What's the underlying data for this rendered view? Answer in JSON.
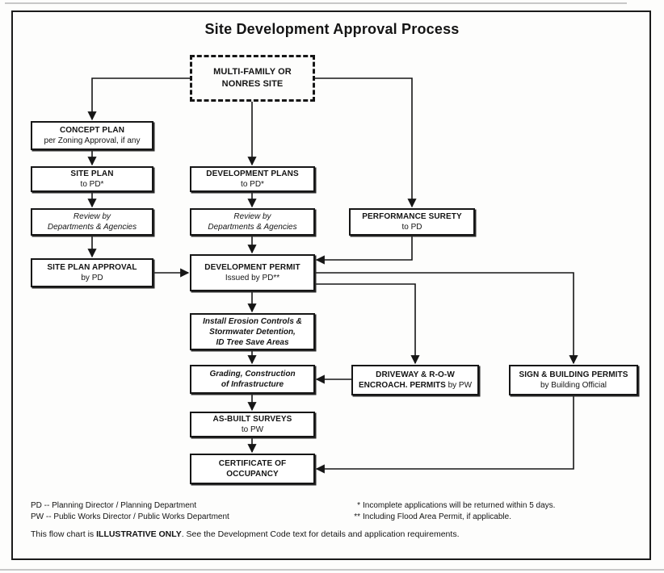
{
  "title": "Site Development Approval Process",
  "flowchart": {
    "nodes": {
      "multi_family": {
        "line1": "MULTI-FAMILY OR",
        "line2": "NONRES SITE"
      },
      "concept_plan": {
        "title": "CONCEPT PLAN",
        "sub": "per Zoning Approval, if any"
      },
      "site_plan": {
        "title": "SITE PLAN",
        "sub": "to PD*"
      },
      "review_left": {
        "line1": "Review by",
        "line2": "Departments & Agencies"
      },
      "site_plan_approval": {
        "title": "SITE PLAN APPROVAL",
        "sub": "by PD"
      },
      "development_plans": {
        "title": "DEVELOPMENT PLANS",
        "sub": "to PD*"
      },
      "review_mid": {
        "line1": "Review by",
        "line2": "Departments & Agencies"
      },
      "development_permit": {
        "title": "DEVELOPMENT PERMIT",
        "sub": "Issued by PD**"
      },
      "erosion": {
        "line1": "Install Erosion Controls &",
        "line2": "Stormwater Detention,",
        "line3": "ID Tree Save Areas"
      },
      "grading": {
        "line1": "Grading, Construction",
        "line2": "of Infrastructure"
      },
      "as_built": {
        "title": "AS-BUILT SURVEYS",
        "sub": "to PW"
      },
      "certificate": {
        "line1": "CERTIFICATE OF",
        "line2": "OCCUPANCY"
      },
      "performance_surety": {
        "title": "PERFORMANCE SURETY",
        "sub": "to PD"
      },
      "driveway": {
        "line1": "DRIVEWAY & R-O-W",
        "line2_bold": "ENCROACH. PERMITS",
        "line2_regular": "by PW"
      },
      "sign_building": {
        "title": "SIGN & BUILDING PERMITS",
        "sub": "by Building Official"
      }
    },
    "legend": {
      "pd": "PD -- Planning Director / Planning Department",
      "pw": "PW -- Public Works Director / Public Works Department"
    },
    "notes": {
      "note1_mark": "*",
      "note1": "Incomplete applications will be returned within 5 days.",
      "note2_mark": "**",
      "note2": "Including Flood Area Permit, if applicable."
    },
    "disclaimer": {
      "prefix": "This flow chart is ",
      "bold": "ILLUSTRATIVE ONLY",
      "suffix": ". See the Development Code text for details and application requirements."
    },
    "colors": {
      "ink": "#161616",
      "background": "#fdfdfc"
    }
  }
}
